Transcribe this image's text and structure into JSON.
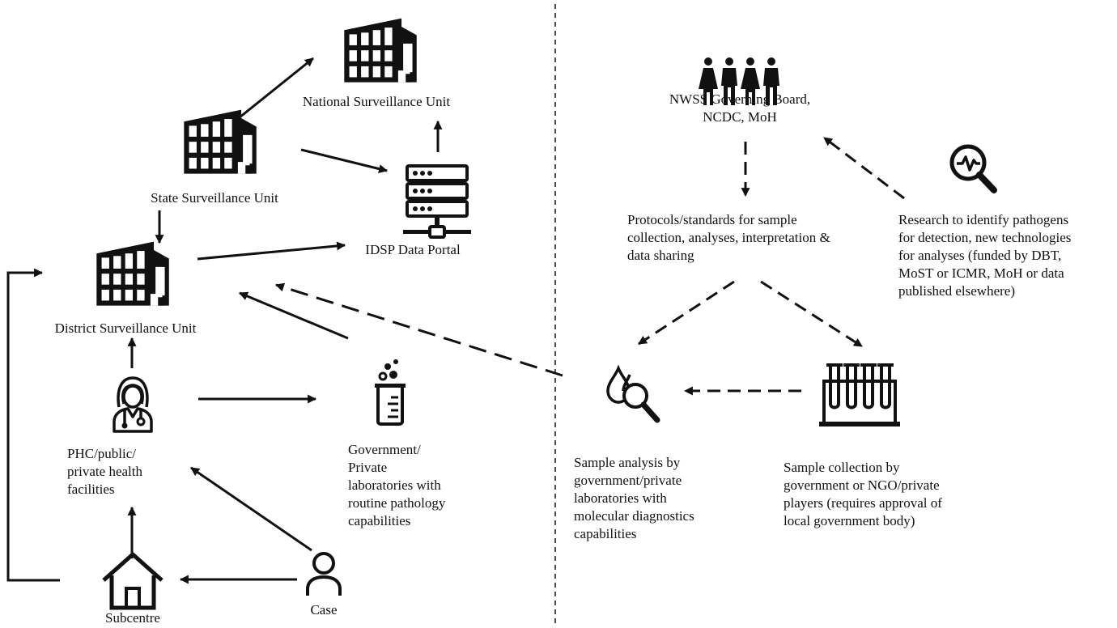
{
  "nodes": {
    "national_unit": "National Surveillance Unit",
    "state_unit": "State Surveillance Unit",
    "district_unit": "District Surveillance Unit",
    "idsp_portal": "IDSP Data Portal",
    "health_facilities": "PHC/public/\nprivate health\nfacilities",
    "gov_private_labs": "Government/\nPrivate\nlaboratories with\nroutine pathology\ncapabilities",
    "subcentre": "Subcentre",
    "case": "Case",
    "governing_board": "NWSS Governing Board,\nNCDC, MoH",
    "protocols": "Protocols/standards for sample\ncollection, analyses, interpretation &\ndata sharing",
    "research": "Research to identify pathogens\nfor detection, new technologies\nfor analyses (funded by DBT,\nMoST or ICMR, MoH or data\npublished elsewhere)",
    "sample_analysis": "Sample analysis by\ngovernment/private\nlaboratories with\nmolecular diagnostics\ncapabilities",
    "sample_collection": "Sample collection by\ngovernment or NGO/private\nplayers (requires approval of\nlocal government body)"
  },
  "icons": {
    "national_unit": "building-icon",
    "state_unit": "building-icon",
    "district_unit": "building-icon",
    "idsp_portal": "server-icon",
    "health_facilities": "doctor-icon",
    "gov_private_labs": "lab-beaker-icon",
    "subcentre": "house-icon",
    "case": "person-icon",
    "governing_board": "people-group-icon",
    "research": "research-magnifier-icon",
    "sample_analysis": "drops-magnifier-icon",
    "sample_collection": "test-tube-rack-icon"
  },
  "links": [
    {
      "from": "state_unit",
      "to": "national_unit",
      "style": "solid"
    },
    {
      "from": "state_unit",
      "to": "idsp_portal",
      "style": "solid"
    },
    {
      "from": "idsp_portal",
      "to": "national_unit",
      "style": "solid"
    },
    {
      "from": "state_unit",
      "to": "district_unit",
      "style": "solid"
    },
    {
      "from": "district_unit",
      "to": "idsp_portal",
      "style": "solid"
    },
    {
      "from": "health_facilities",
      "to": "district_unit",
      "style": "solid"
    },
    {
      "from": "health_facilities",
      "to": "gov_private_labs",
      "style": "solid"
    },
    {
      "from": "gov_private_labs",
      "to": "district_unit",
      "style": "solid"
    },
    {
      "from": "subcentre",
      "to": "health_facilities",
      "style": "solid"
    },
    {
      "from": "case",
      "to": "health_facilities",
      "style": "solid"
    },
    {
      "from": "case",
      "to": "subcentre",
      "style": "solid"
    },
    {
      "from": "subcentre",
      "to": "district_unit",
      "style": "solid"
    },
    {
      "from": "governing_board",
      "to": "protocols",
      "style": "dashed"
    },
    {
      "from": "research",
      "to": "governing_board",
      "style": "dashed"
    },
    {
      "from": "protocols",
      "to": "sample_analysis",
      "style": "dashed"
    },
    {
      "from": "protocols",
      "to": "sample_collection",
      "style": "dashed"
    },
    {
      "from": "sample_collection",
      "to": "sample_analysis",
      "style": "dashed"
    },
    {
      "from": "sample_analysis",
      "to": "district_unit",
      "style": "dashed"
    }
  ],
  "colors": {
    "ink": "#111111",
    "background": "#ffffff"
  }
}
